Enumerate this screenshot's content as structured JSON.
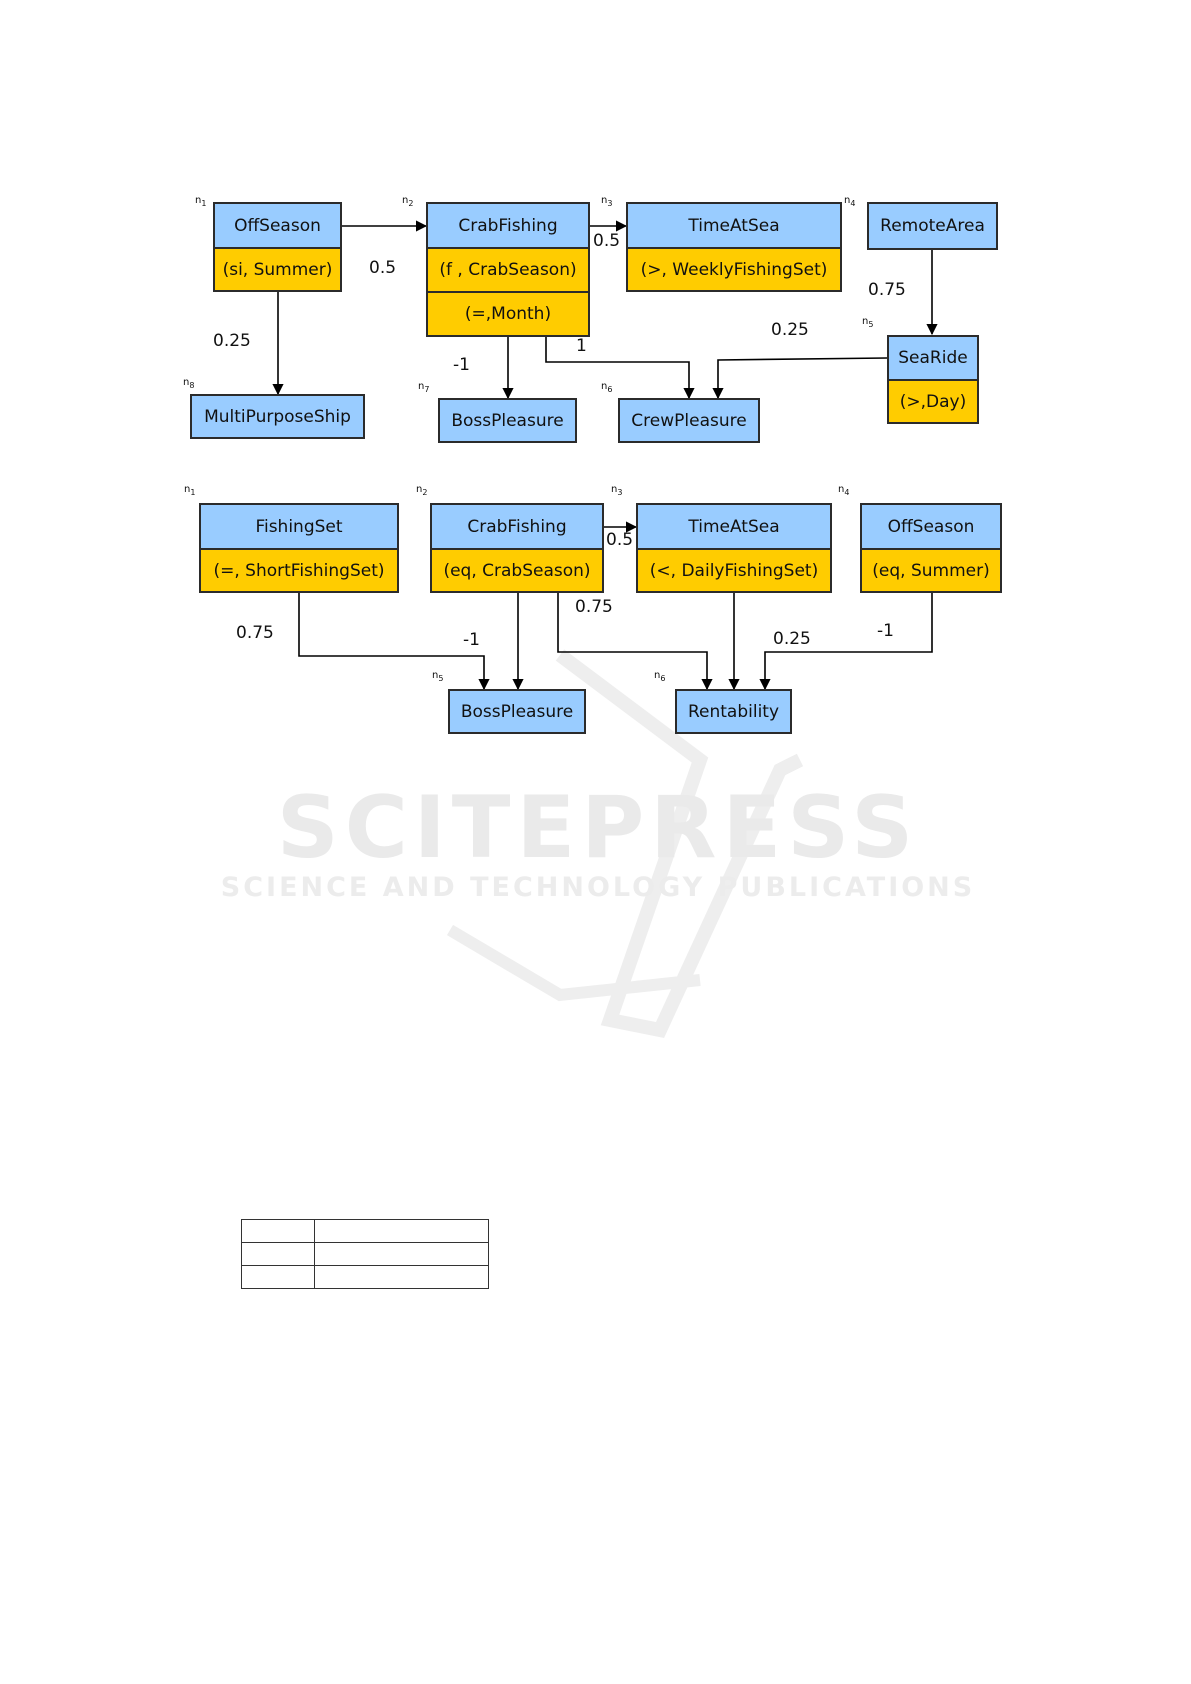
{
  "watermark": {
    "title": "SCITEPRESS",
    "subtitle": "SCIENCE AND TECHNOLOGY PUBLICATIONS"
  },
  "diagram1": {
    "nodes": [
      {
        "id": "n1",
        "sub": "1",
        "name": "OffSeason",
        "conds": [
          "(si, Summer)"
        ]
      },
      {
        "id": "n2",
        "sub": "2",
        "name": "CrabFishing",
        "conds": [
          "(f , CrabSeason)",
          "(=,Month)"
        ]
      },
      {
        "id": "n3",
        "sub": "3",
        "name": "TimeAtSea",
        "conds": [
          "(>, WeeklyFishingSet)"
        ]
      },
      {
        "id": "n4",
        "sub": "4",
        "name": "RemoteArea",
        "conds": []
      },
      {
        "id": "n5",
        "sub": "5",
        "name": "SeaRide",
        "conds": [
          "(>,Day)"
        ]
      },
      {
        "id": "n6",
        "sub": "6",
        "name": "CrewPleasure",
        "conds": []
      },
      {
        "id": "n7",
        "sub": "7",
        "name": "BossPleasure",
        "conds": []
      },
      {
        "id": "n8",
        "sub": "8",
        "name": "MultiPurposeShip",
        "conds": []
      }
    ],
    "weights": [
      "0.5",
      "0.5",
      "0.25",
      "0.75",
      "0.25",
      "-1",
      "1"
    ]
  },
  "diagram2": {
    "nodes": [
      {
        "id": "n1",
        "sub": "1",
        "name": "FishingSet",
        "conds": [
          "(=, ShortFishingSet)"
        ]
      },
      {
        "id": "n2",
        "sub": "2",
        "name": "CrabFishing",
        "conds": [
          "(eq, CrabSeason)"
        ]
      },
      {
        "id": "n3",
        "sub": "3",
        "name": "TimeAtSea",
        "conds": [
          "(<, DailyFishingSet)"
        ]
      },
      {
        "id": "n4",
        "sub": "4",
        "name": "OffSeason",
        "conds": [
          "(eq, Summer)"
        ]
      },
      {
        "id": "n5",
        "sub": "5",
        "name": "BossPleasure",
        "conds": []
      },
      {
        "id": "n6",
        "sub": "6",
        "name": "Rentability",
        "conds": []
      }
    ],
    "weights": [
      "0.5",
      "0.75",
      "-1",
      "0.75",
      "0.25",
      "-1"
    ]
  }
}
